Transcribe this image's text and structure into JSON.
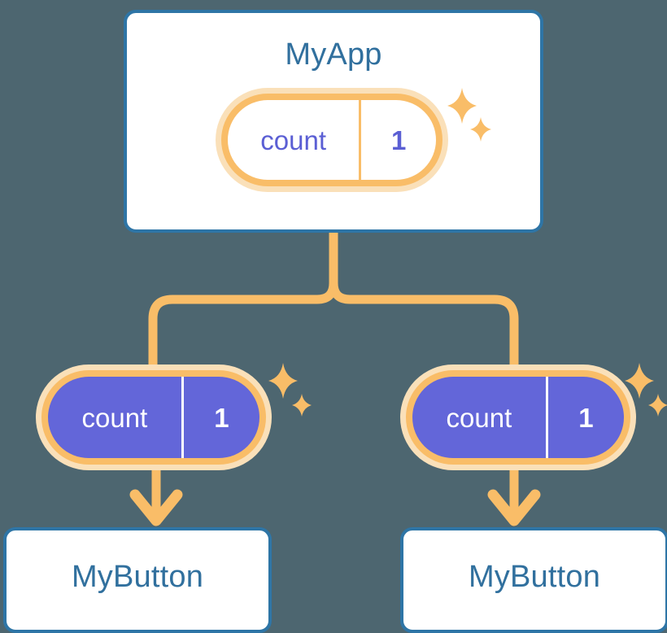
{
  "theme": {
    "background": "#4d6670",
    "card_bg": "#ffffff",
    "card_border": "#2e75a6",
    "title_text": "#31709e",
    "pill_ring": "#f9bd68",
    "pill_glow": "#fae0b9",
    "pill_child_fill": "#6366d9",
    "pill_app_text": "#5b5fd4",
    "pill_child_text": "#ffffff",
    "connector": "#f9bd68",
    "sparkle": "#f9bd68"
  },
  "diagram": {
    "type": "component-state-propagation-tree",
    "root": {
      "node_name": "app-card",
      "title": "MyApp",
      "state": {
        "key": "count",
        "value": "1"
      },
      "sparkle": {
        "name": "sparkle-icon",
        "count": 2
      }
    },
    "children": [
      {
        "node_name": "button-card-left",
        "title": "MyButton",
        "state": {
          "key": "count",
          "value": "1"
        },
        "sparkle": {
          "name": "sparkle-icon",
          "count": 2
        }
      },
      {
        "node_name": "button-card-right",
        "title": "MyButton",
        "state": {
          "key": "count",
          "value": "1"
        },
        "sparkle": {
          "name": "sparkle-icon",
          "count": 2
        }
      }
    ],
    "connectors": {
      "tree_branch": "root splits into two branches",
      "arrow_icon": "arrow-down-icon",
      "arrow_count": 2
    }
  }
}
